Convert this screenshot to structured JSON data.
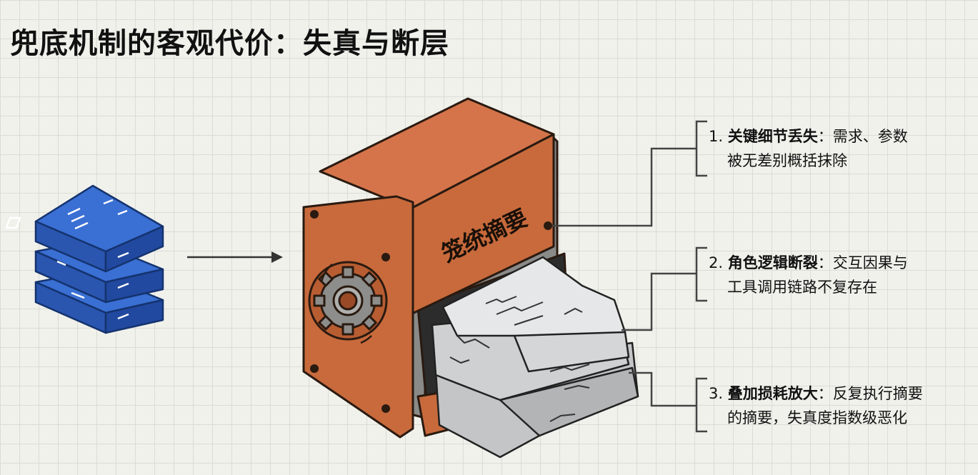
{
  "title": "兜底机制的客观代价：失真与断层",
  "machine_label": "笼统摘要",
  "callouts": [
    {
      "num": "1.",
      "head": "关键细节丢失",
      "sep": "：",
      "line1": "需求、参数",
      "line2": "被无差别概括抹除"
    },
    {
      "num": "2.",
      "head": "角色逻辑断裂",
      "sep": "：",
      "line1": "交互因果与",
      "line2": "工具调用链路不复存在"
    },
    {
      "num": "3.",
      "head": "叠加损耗放大",
      "sep": "：",
      "line1": "反复执行摘要",
      "line2": "的摘要，失真度指数级恶化"
    }
  ],
  "colors": {
    "machine": "#c86a3c",
    "machine_dark": "#9c4c26",
    "frame": "#8a8a88",
    "doc_blue": "#2f63c8",
    "rock": "#c9cacb",
    "text": "#111111"
  }
}
